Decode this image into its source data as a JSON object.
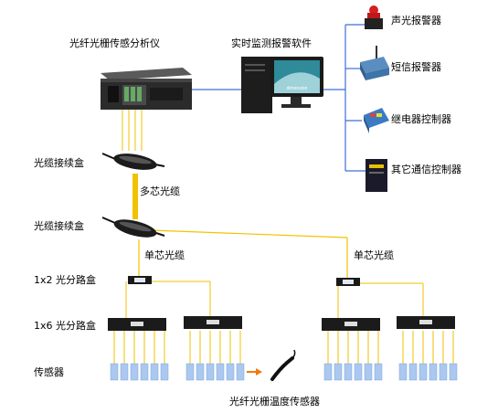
{
  "labels": {
    "analyzer": "光纤光栅传感分析仪",
    "software": "实时监测报警软件",
    "alarm_sound_light": "声光报警器",
    "alarm_sms": "短信报警器",
    "relay_controller": "继电器控制器",
    "other_controller": "其它通信控制器",
    "splice_box_top": "光缆接续盒",
    "multicore_cable": "多芯光缆",
    "splice_box_mid": "光缆接续盒",
    "single_core_left": "单芯光缆",
    "single_core_right": "单芯光缆",
    "splitter_1x2": "1x2 光分路盒",
    "splitter_1x6": "1x6 光分路盒",
    "sensors": "传感器",
    "temp_sensor": "光纤光栅温度传感器"
  },
  "monitor_brand": "dimension",
  "colors": {
    "fiber_yellow": "#f2c200",
    "link_blue": "#3f6fd6",
    "sensor_blue": "#aac8f0",
    "arrow_orange": "#f07a10"
  }
}
